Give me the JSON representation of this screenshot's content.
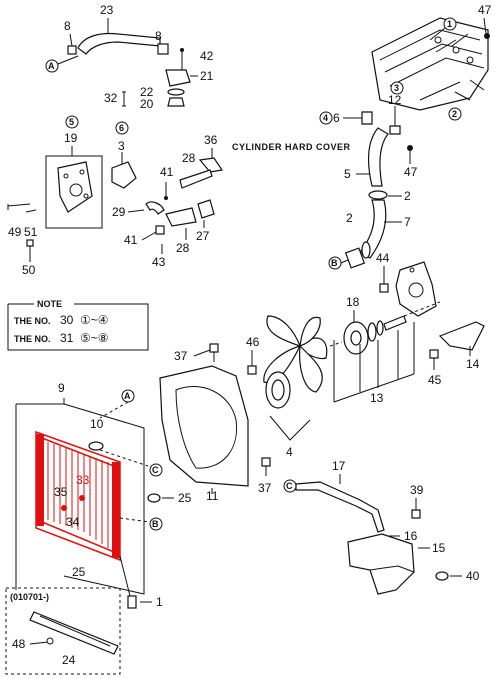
{
  "diagram": {
    "header_label": "CYLINDER HARD COVER",
    "note": {
      "title": "NOTE",
      "line1_prefix": "THE NO.",
      "line1_num": "30",
      "line1_range": "①~④",
      "line2_prefix": "THE NO.",
      "line2_num": "31",
      "line2_range": "⑤~⑧"
    },
    "date_code": "(010701-)",
    "callouts": {
      "c1": "1",
      "c2": "2",
      "c2b": "2",
      "c3": "3",
      "c4": "4",
      "c5": "5",
      "c6": "6",
      "c7": "7",
      "c8a": "8",
      "c8b": "8",
      "c9": "9",
      "c10": "10",
      "c11": "11",
      "c12": "12",
      "c13": "13",
      "c14": "14",
      "c15": "15",
      "c16": "16",
      "c17": "17",
      "c18": "18",
      "c19": "19",
      "c20": "20",
      "c21": "21",
      "c22": "22",
      "c23": "23",
      "c24": "24",
      "c25a": "25",
      "c25b": "25",
      "c27": "27",
      "c28a": "28",
      "c28b": "28",
      "c29": "29",
      "c32": "32",
      "c33": "33",
      "c34": "34",
      "c35": "35",
      "c36": "36",
      "c37a": "37",
      "c37b": "37",
      "c39": "39",
      "c40": "40",
      "c41a": "41",
      "c41b": "41",
      "c42": "42",
      "c43": "43",
      "c44": "44",
      "c45": "45",
      "c46": "46",
      "c47a": "47",
      "c47b": "47",
      "c48": "48",
      "c49": "49",
      "c50": "50",
      "c51": "51"
    },
    "circled": {
      "m1": "1",
      "m2": "2",
      "m3": "3",
      "m4": "4",
      "m5": "5",
      "m6": "6"
    },
    "letters": {
      "A1": "A",
      "A2": "A",
      "B1": "B",
      "B2": "B",
      "C1": "C",
      "C2": "C"
    },
    "colors": {
      "highlight": "#e01010",
      "ink": "#111111"
    }
  }
}
